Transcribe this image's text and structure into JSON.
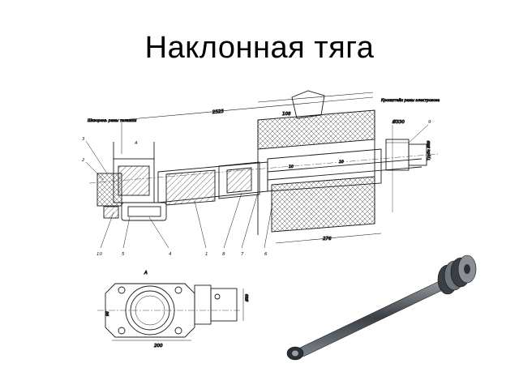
{
  "title": "Наклонная тяга",
  "drawing": {
    "notes": {
      "left_top": "Шкворень рамы тележки",
      "right_top": "Кронштейн рамы электровоза"
    },
    "dimensions": {
      "length": "2525",
      "width_top": "108",
      "diam": "Ø330",
      "inner_left": "10",
      "inner_right": "10",
      "bottom_width": "276",
      "right_vert": "Труба Ø89",
      "view_a_width": "200",
      "view_a_height": "96",
      "view_a_right": "Ø89"
    },
    "callouts": [
      "1",
      "2",
      "3",
      "4",
      "5",
      "6",
      "7",
      "8",
      "9",
      "10"
    ],
    "view_label": "А",
    "view_label_top": "A"
  },
  "colors": {
    "line": "#1a1a1a",
    "hatch": "#444444",
    "rod_dark": "#2b2f33",
    "rod_light": "#8a9096"
  }
}
